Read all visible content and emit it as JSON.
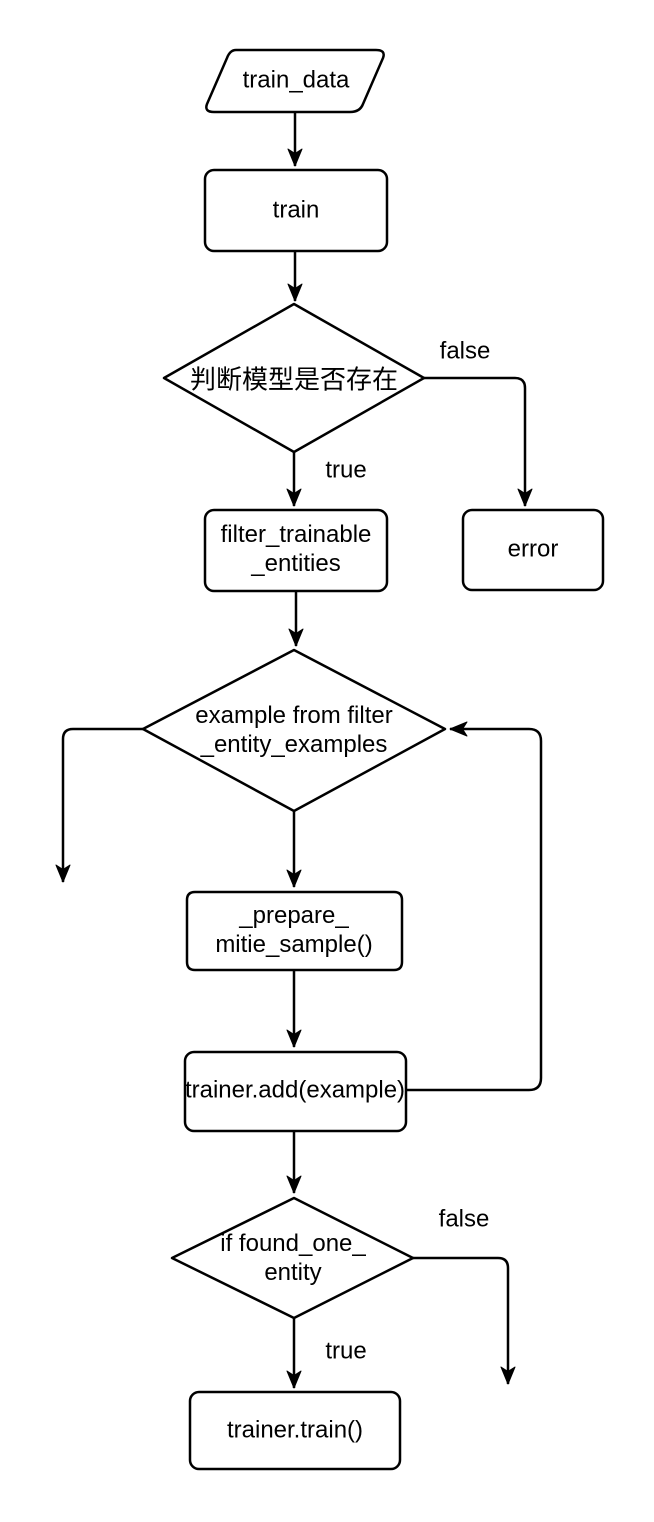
{
  "diagram": {
    "background_color": "#ffffff",
    "stroke_color": "#000000",
    "nodes": {
      "start": {
        "shape": "parallelogram",
        "label": "train_data"
      },
      "train": {
        "shape": "rounded-rect",
        "label": "train"
      },
      "model_check": {
        "shape": "diamond",
        "label": "判断模型是否存在"
      },
      "error": {
        "shape": "rounded-rect",
        "label": "error"
      },
      "filter": {
        "shape": "rounded-rect",
        "label": "filter_trainable\n_entities"
      },
      "example_loop": {
        "shape": "diamond",
        "label": "example from filter\n_entity_examples"
      },
      "prepare": {
        "shape": "rounded-rect",
        "label": "_prepare_\nmitie_sample()"
      },
      "trainer_add": {
        "shape": "rounded-rect",
        "label": "trainer.add(example)"
      },
      "found_check": {
        "shape": "diamond",
        "label": "if found_one_\nentity"
      },
      "trainer_train": {
        "shape": "rounded-rect",
        "label": "trainer.train()"
      }
    },
    "edge_labels": {
      "model_check_false": "false",
      "model_check_true": "true",
      "found_check_false": "false",
      "found_check_true": "true"
    }
  }
}
